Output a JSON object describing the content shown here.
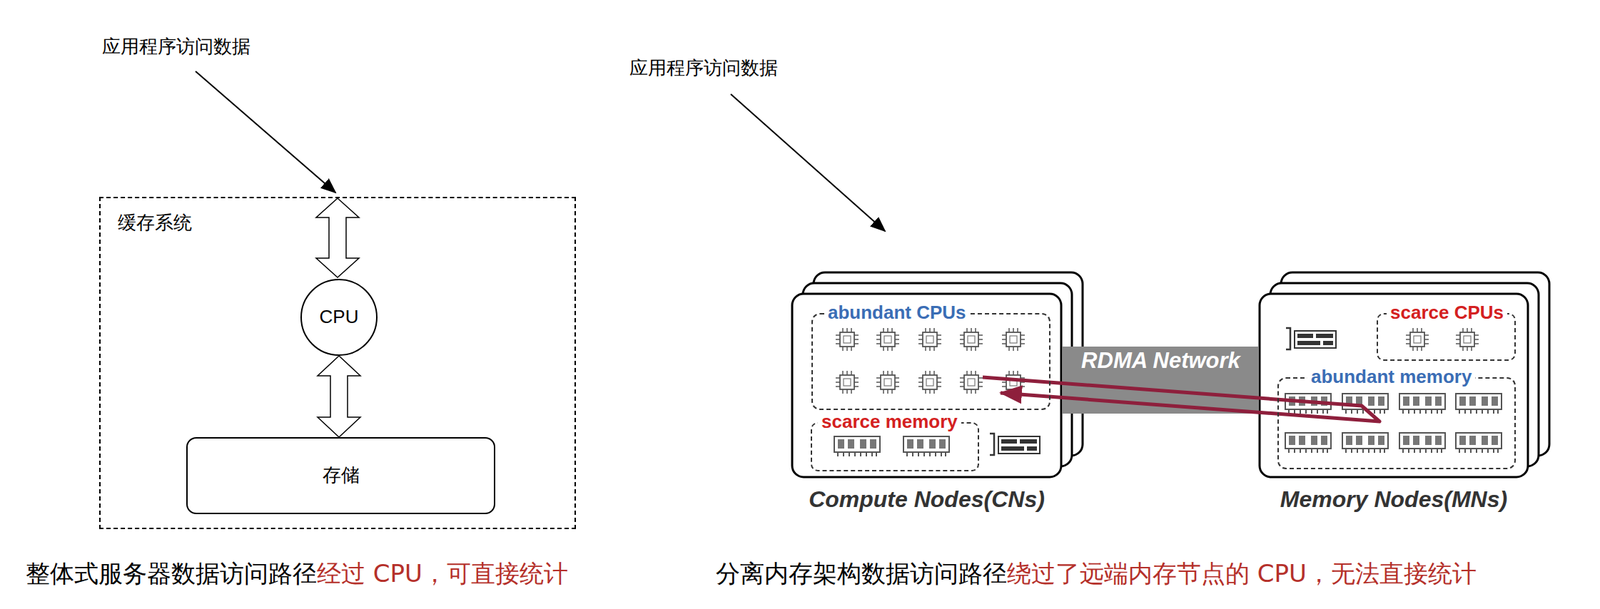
{
  "diagram": {
    "nodes": [
      {
        "text": [
          "缓存系统"
        ]
      },
      {
        "text": [
          "CPU"
        ],
        "in": 0
      },
      {
        "text": [
          "存储"
        ],
        "in": 0
      },
      {
        "text": [
          "Compute Nodes(CNs)"
        ]
      },
      {
        "text": [
          "abundant CPUs"
        ],
        "in": 3
      },
      {
        "text": [
          "scarce memory"
        ],
        "in": 3
      },
      {
        "text": [
          "RDMA Network"
        ]
      },
      {
        "text": [
          "Memory Nodes(MNs)"
        ]
      },
      {
        "text": [
          "scarce CPUs"
        ],
        "in": 7
      },
      {
        "text": [
          "abundant memory"
        ],
        "in": 7
      }
    ],
    "edges": [
      {
        "from": 1,
        "to": 2,
        "arrow": "both"
      },
      {
        "from": 9,
        "to": 4,
        "arrow": "to"
      }
    ],
    "labels": [
      "应用程序访问数据",
      "应用程序访问数据",
      "整体式服务器数据访问路径",
      "经过 CPU，可直接统计",
      "分离内存架构数据访问路径",
      "绕过了远端内存节点的 CPU，无法直接统计"
    ]
  }
}
